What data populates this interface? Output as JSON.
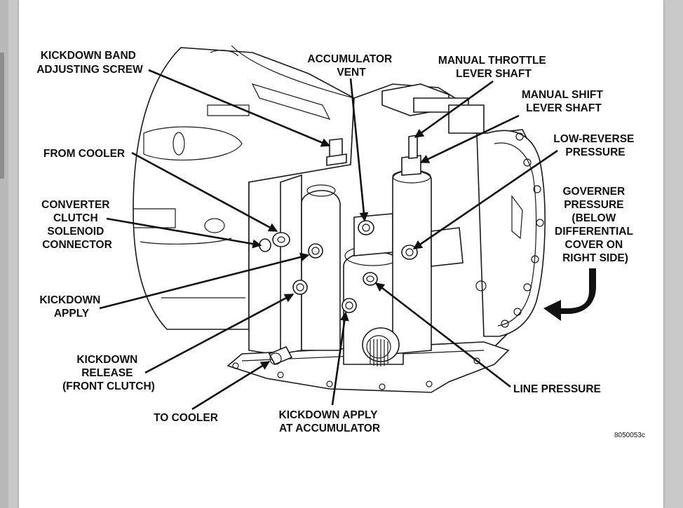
{
  "diagram": {
    "figure_code": "8050053c",
    "labels": {
      "kickdown_band": [
        "KICKDOWN BAND",
        "ADJUSTING SCREW"
      ],
      "accumulator_vent": [
        "ACCUMULATOR",
        "VENT"
      ],
      "manual_throttle": [
        "MANUAL THROTTLE",
        "LEVER SHAFT"
      ],
      "manual_shift": [
        "MANUAL SHIFT",
        "LEVER SHAFT"
      ],
      "low_reverse": [
        "LOW-REVERSE",
        "PRESSURE"
      ],
      "from_cooler": [
        "FROM COOLER"
      ],
      "converter_clutch": [
        "CONVERTER",
        "CLUTCH",
        "SOLENOID",
        "CONNECTOR"
      ],
      "governer": [
        "GOVERNER",
        "PRESSURE",
        "(BELOW",
        "DIFFERENTIAL",
        "COVER ON",
        "RIGHT SIDE)"
      ],
      "kickdown_apply": [
        "KICKDOWN",
        "APPLY"
      ],
      "kickdown_release": [
        "KICKDOWN",
        "RELEASE",
        "(FRONT CLUTCH)"
      ],
      "line_pressure": [
        "LINE PRESSURE"
      ],
      "to_cooler": [
        "TO COOLER"
      ],
      "kickdown_accumulator": [
        "KICKDOWN APPLY",
        "AT ACCUMULATOR"
      ]
    }
  }
}
